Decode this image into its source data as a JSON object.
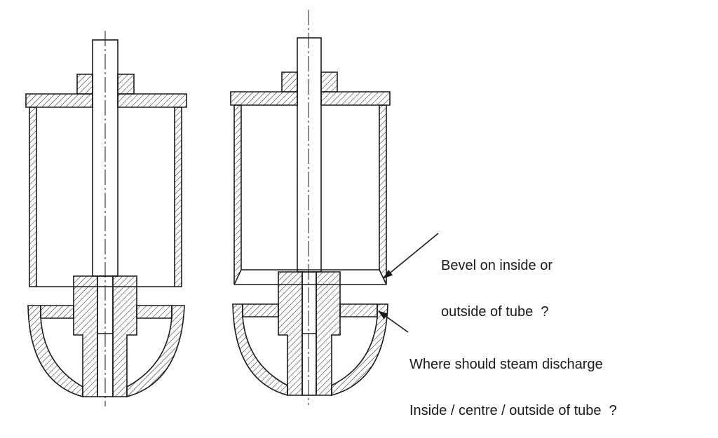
{
  "annotations": {
    "bevel": {
      "line1": "Bevel on inside or",
      "line2": "outside of tube  ?"
    },
    "steam": {
      "line1": "Where should steam discharge",
      "line2": "Inside / centre / outside of tube  ?"
    }
  },
  "colors": {
    "ink": "#1a1a1a",
    "background": "#ffffff"
  }
}
